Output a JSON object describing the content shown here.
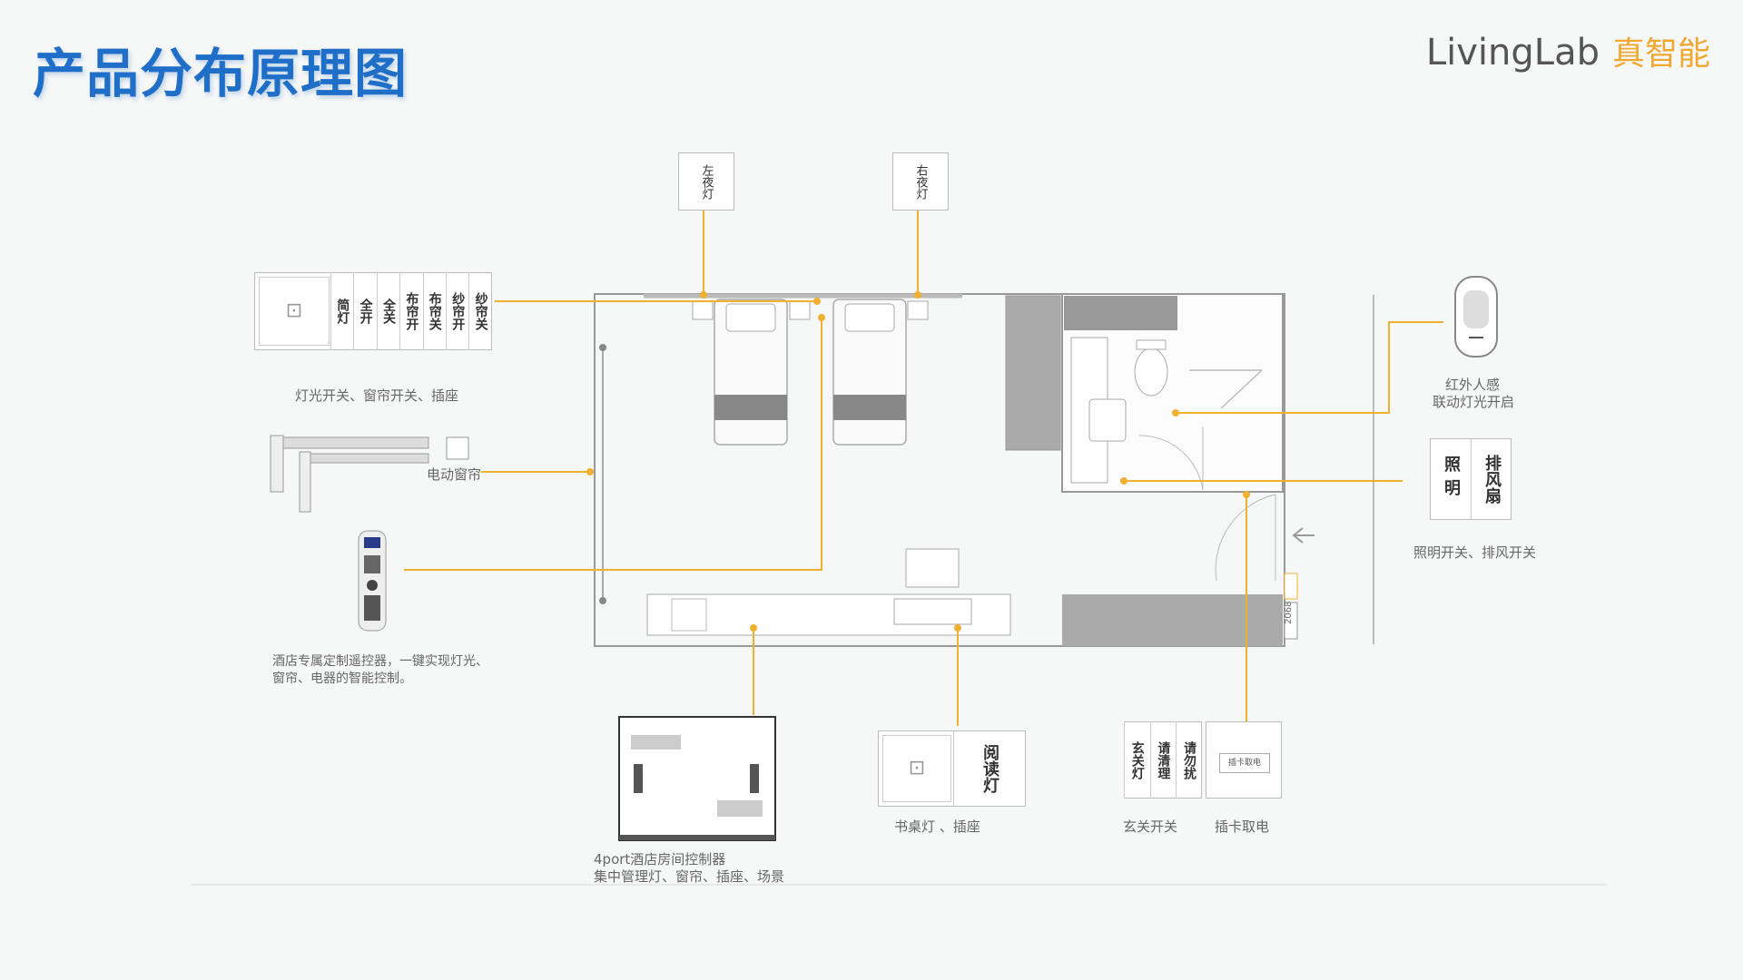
{
  "header": {
    "title": "产品分布原理图",
    "brand_main": "LivingLab",
    "brand_sub": "真智能"
  },
  "labels": {
    "left_night": "左夜灯",
    "right_night": "右夜灯",
    "bedside_caption": "灯光开关、窗帘开关、插座",
    "curtain_caption": "电动窗帘",
    "remote_caption_1": "酒店专属定制遥控器，一键实现灯光、",
    "remote_caption_2": "窗帘、电器的智能控制。",
    "controller_caption_1": "4port酒店房间控制器",
    "controller_caption_2": "集中管理灯、窗帘、插座、场景",
    "desk_caption": "书桌灯 、插座",
    "entrance_caption": "玄关开关",
    "card_caption": "插卡取电",
    "sensor_caption_1": "红外人感",
    "sensor_caption_2": "联动灯光开启",
    "bath_caption": "照明开关、排风开关",
    "card_slot_text": "插卡取电",
    "room_number": "2068"
  },
  "panel_bedside": {
    "cells": [
      "简灯",
      "全开",
      "全关",
      "布帘开",
      "布帘关",
      "纱帘开",
      "纱帘关"
    ]
  },
  "panel_bath": {
    "cells": [
      "照明",
      "排风扇"
    ]
  },
  "panel_desk": {
    "cells": [
      "阅读灯"
    ]
  },
  "panel_entrance": {
    "cells": [
      "玄关灯",
      "请清理",
      "请勿扰"
    ]
  },
  "colors": {
    "accent": "#f0a830",
    "title": "#1f6ec8",
    "wire": "#f0b030"
  }
}
